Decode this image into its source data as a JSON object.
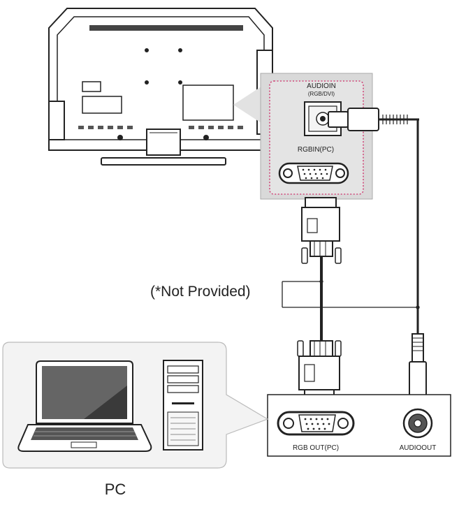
{
  "labels": {
    "audio_in": "AUDIOIN",
    "audio_in_sub": "(RGB/DVI)",
    "rgb_in": "RGBIN(PC)",
    "not_provided": "(*Not Provided)",
    "rgb_out": "RGB OUT(PC)",
    "audio_out": "AUDIOOUT",
    "pc": "PC"
  },
  "colors": {
    "line": "#222222",
    "panel_fill": "#d9d9d9",
    "highlight_border": "#d0487a",
    "screen_dark": "#3a3a3a"
  },
  "icons": [
    "tv-back-icon",
    "vga-port-icon",
    "audio-jack-icon",
    "vga-cable-icon",
    "audio-cable-icon",
    "laptop-icon",
    "desktop-tower-icon"
  ]
}
